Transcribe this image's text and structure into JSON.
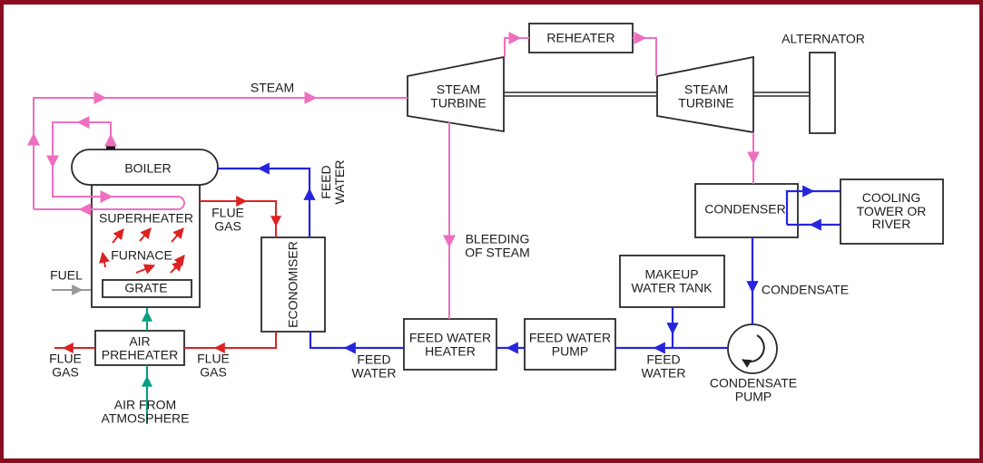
{
  "diagram": {
    "blocks": {
      "boiler": "BOILER",
      "superheater": "SUPERHEATER",
      "furnace": "FURNACE",
      "grate": "GRATE",
      "economiser": "ECONOMISER",
      "air_preheater": "AIR\nPREHEATER",
      "steam_turbine_1": "STEAM\nTURBINE",
      "reheater": "REHEATER",
      "steam_turbine_2": "STEAM\nTURBINE",
      "alternator": "ALTERNATOR",
      "condenser": "CONDENSER",
      "cooling_tower": "COOLING\nTOWER OR\nRIVER",
      "makeup_water_tank": "MAKEUP\nWATER TANK",
      "feed_water_heater": "FEED WATER\nHEATER",
      "feed_water_pump": "FEED WATER\nPUMP",
      "condensate_pump": "CONDENSATE\nPUMP"
    },
    "stream_labels": {
      "steam": "STEAM",
      "fuel": "FUEL",
      "flue_gas_boiler": "FLUE\nGAS",
      "flue_gas_economiser": "FLUE\nGAS",
      "flue_gas_exit": "FLUE\nGAS",
      "feed_water_boiler": "FEED\nWATER",
      "feed_water_economiser": "FEED\nWATER",
      "feed_water_pump_line": "FEED\nWATER",
      "air_from_atmosphere": "AIR FROM\nATMOSPHERE",
      "bleeding_of_steam": "BLEEDING\nOF STEAM",
      "condensate": "CONDENSATE"
    },
    "colors": {
      "steam_line": "#ee6fc0",
      "water_line": "#2525dd",
      "flue_gas_line": "#dd2222",
      "air_line": "#00a080",
      "fuel_line": "#999999",
      "box_stroke": "#2a2a2a",
      "text": "#1c1c1c",
      "frame": "#8a0e20",
      "background": "#ffffff"
    }
  }
}
